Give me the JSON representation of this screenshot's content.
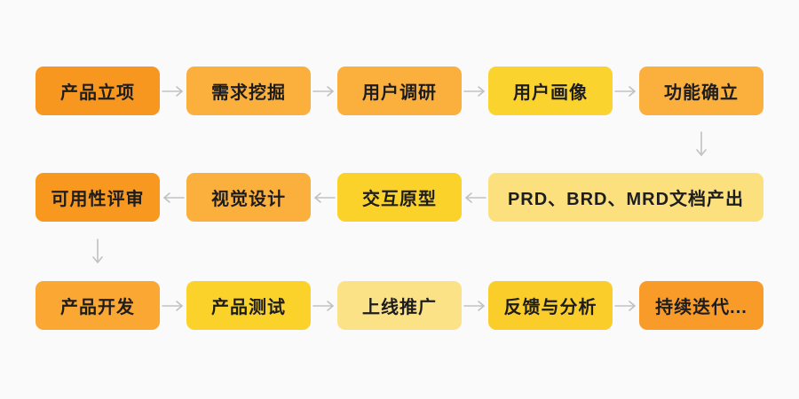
{
  "page": {
    "background": "#FAFAFA",
    "text_color": "#1D1D1F",
    "arrow_color": "#C1C1C1"
  },
  "flow": {
    "rows": [
      {
        "direction": "right",
        "nodes": [
          {
            "label": "产品立项",
            "color": "#F8971F",
            "col": 0,
            "span": 1
          },
          {
            "label": "需求挖掘",
            "color": "#FBB03D",
            "col": 1,
            "span": 1
          },
          {
            "label": "用户调研",
            "color": "#FBB03D",
            "col": 2,
            "span": 1
          },
          {
            "label": "用户画像",
            "color": "#FBD32E",
            "col": 3,
            "span": 1
          },
          {
            "label": "功能确立",
            "color": "#FBB03D",
            "col": 4,
            "span": 1
          }
        ]
      },
      {
        "direction": "left",
        "nodes": [
          {
            "label": "可用性评审",
            "color": "#F8981F",
            "col": 0,
            "span": 1
          },
          {
            "label": "视觉设计",
            "color": "#FBB03D",
            "col": 1,
            "span": 1
          },
          {
            "label": "交互原型",
            "color": "#FBD22A",
            "col": 2,
            "span": 1
          },
          {
            "label": "PRD、BRD、MRD文档产出",
            "color": "#FCE07E",
            "col": 3,
            "span": 2
          }
        ]
      },
      {
        "direction": "right",
        "nodes": [
          {
            "label": "产品开发",
            "color": "#FAA733",
            "col": 0,
            "span": 1
          },
          {
            "label": "产品测试",
            "color": "#FBD22A",
            "col": 1,
            "span": 1
          },
          {
            "label": "上线推广",
            "color": "#FCE286",
            "col": 2,
            "span": 1
          },
          {
            "label": "反馈与分析",
            "color": "#FACD2B",
            "col": 3,
            "span": 1
          },
          {
            "label": "持续迭代...",
            "color": "#F89B28",
            "col": 4,
            "span": 1
          }
        ]
      }
    ],
    "down_connectors": [
      {
        "after_row": 0,
        "col": 4,
        "from": "功能确立",
        "to": "PRD、BRD、MRD文档产出"
      },
      {
        "after_row": 1,
        "col": 0,
        "from": "可用性评审",
        "to": "产品开发"
      }
    ]
  }
}
